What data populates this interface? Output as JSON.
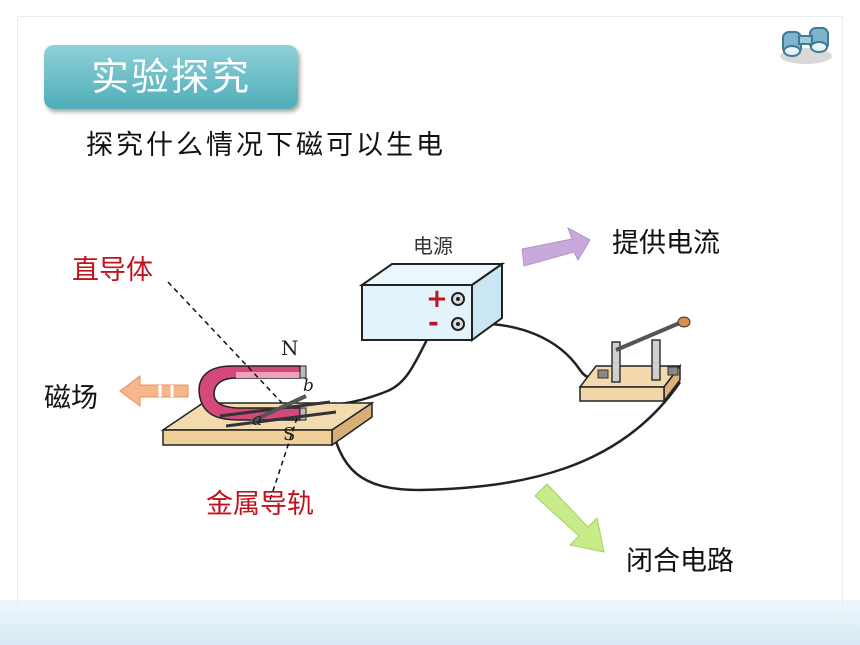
{
  "slide": {
    "badge": "实验探究",
    "subtitle": "探究什么情况下磁可以生电"
  },
  "labels": {
    "straight_conductor": "直导体",
    "magnetic_field": "磁场",
    "metal_rail": "金属导轨",
    "power_source": "电源",
    "provide_current": "提供电流",
    "closed_circuit": "闭合电路",
    "plus": "+",
    "minus": "-",
    "north": "N",
    "south": "S",
    "point_a": "a",
    "point_b": "b"
  },
  "colors": {
    "badge": "#5bb7c1",
    "red_label": "#c0141c",
    "board": "#f1d6a8",
    "magnet": "#cf3c73",
    "power_box": "#def1fa"
  }
}
